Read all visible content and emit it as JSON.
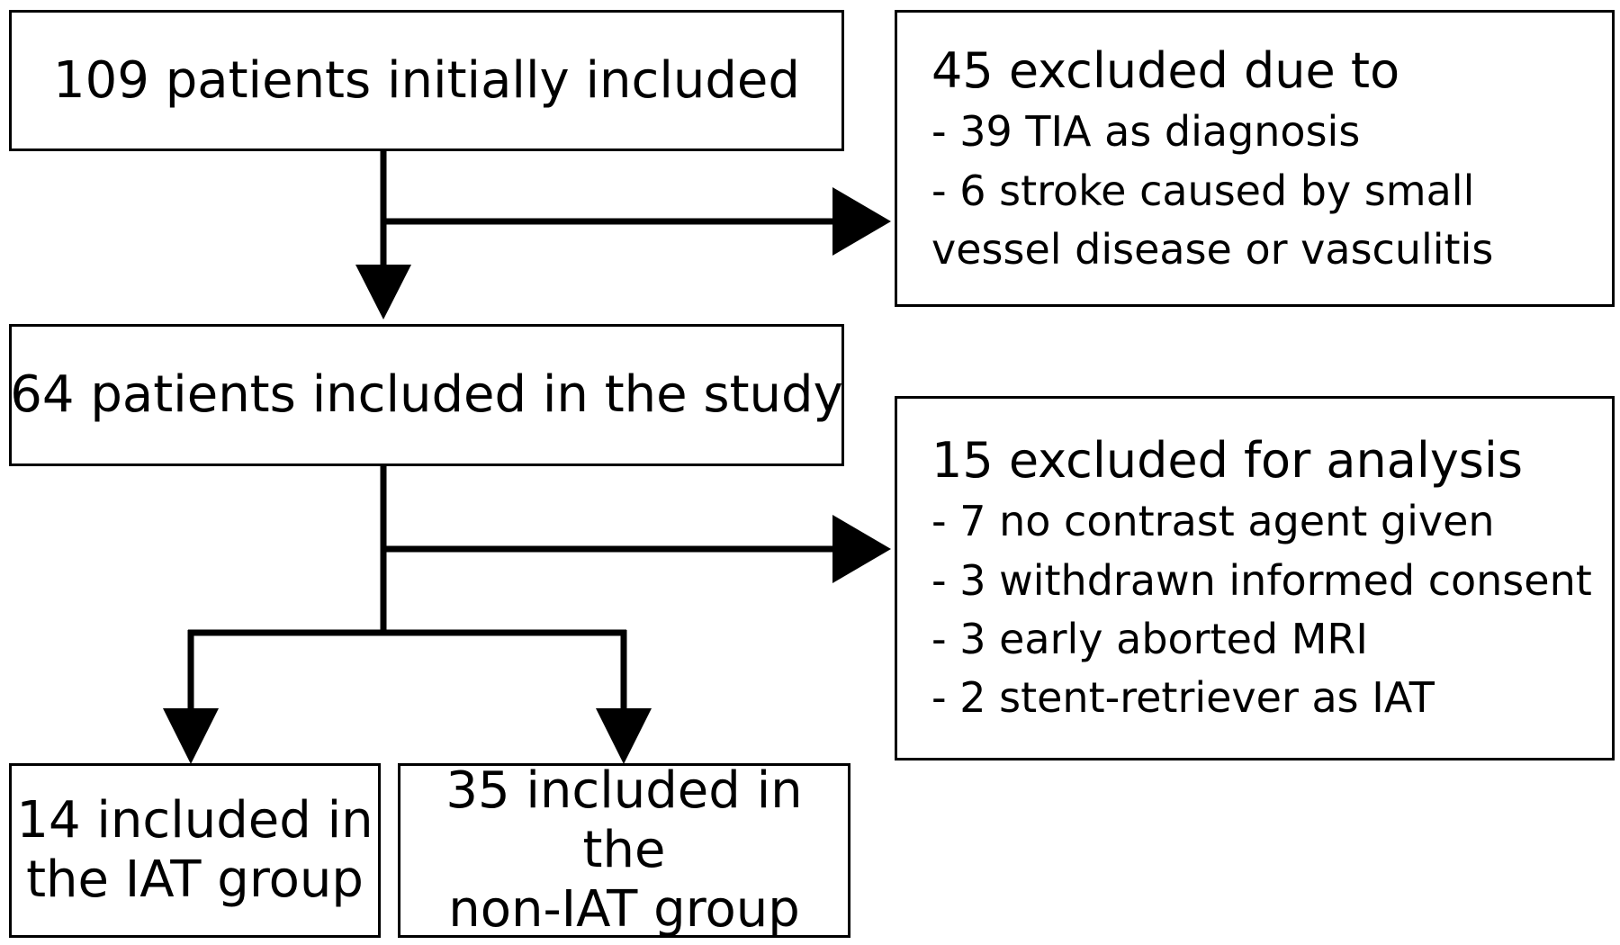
{
  "initial": "109 patients initially included",
  "excluded1": {
    "title": "45 excluded due to",
    "items": [
      "- 39 TIA as diagnosis",
      "- 6 stroke caused by small",
      "vessel disease or vasculitis"
    ]
  },
  "study": "64 patients included in the study",
  "excluded2": {
    "title": "15 excluded for analysis",
    "items": [
      "- 7 no contrast agent given",
      "- 3 withdrawn informed consent",
      "- 3 early aborted MRI",
      "- 2 stent-retriever as IAT"
    ]
  },
  "iat": {
    "line1": "14 included in",
    "line2": "the IAT group"
  },
  "non_iat": {
    "line1": "35 included in the",
    "line2": "non-IAT group"
  }
}
